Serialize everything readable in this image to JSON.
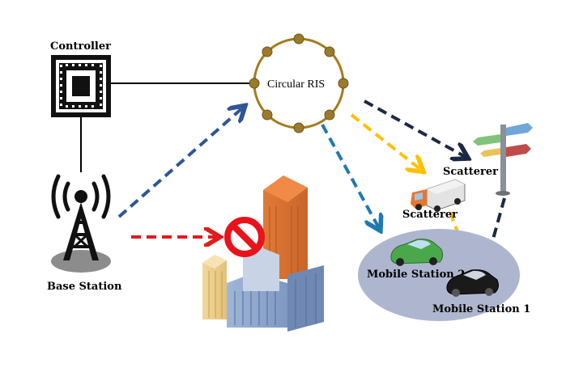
{
  "labels": {
    "controller": "Controller",
    "ris": "Circular RIS",
    "base_station": "Base Station",
    "scatterer_sign": "Scatterer",
    "scatterer_truck": "Scatterer",
    "mobile_station_2": "Mobile Station 2",
    "mobile_station_1": "Mobile Station 1"
  },
  "colors": {
    "link_blue": "#2f5597",
    "link_teal": "#1f7ab0",
    "link_red": "#e31a1c",
    "link_yellow": "#ffc000",
    "link_navy": "#1b2a44",
    "ris_ring": "#a47c1a",
    "ris_element": "#9b7a2b",
    "ground": "#aeb6cf",
    "block_red": "#e8141c"
  },
  "icons": [
    "controller-chip-icon",
    "base-station-tower-icon",
    "building-icon",
    "block-icon",
    "signpost-icon",
    "truck-icon",
    "green-car-icon",
    "black-car-icon"
  ]
}
